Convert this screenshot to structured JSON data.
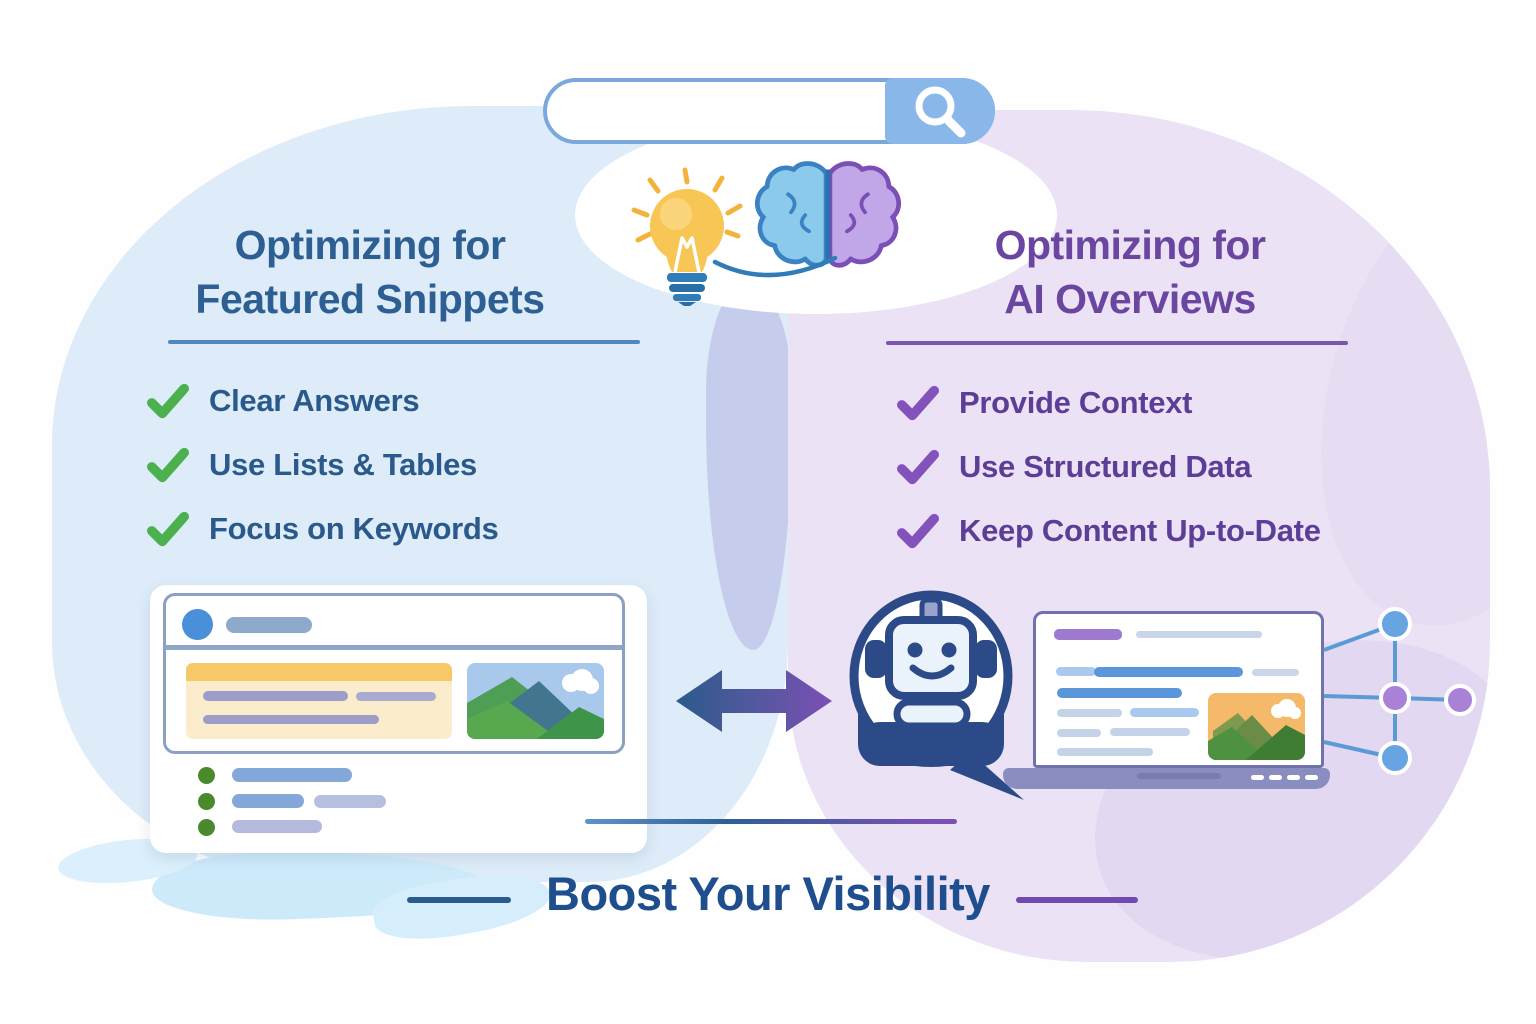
{
  "search_bar": {
    "icon": "magnifier"
  },
  "left_panel": {
    "heading_line1": "Optimizing for",
    "heading_line2": "Featured Snippets",
    "items": [
      "Clear Answers",
      "Use Lists & Tables",
      "Focus on Keywords"
    ],
    "accent_color": "#2d5f93",
    "check_color": "#4cb04f",
    "background_color": "#ddecf8"
  },
  "right_panel": {
    "heading_line1": "Optimizing for",
    "heading_line2": "AI Overviews",
    "items": [
      "Provide Context",
      "Use Structured Data",
      "Keep Content Up-to-Date"
    ],
    "accent_color": "#6a46a0",
    "check_color": "#8352bb",
    "background_color": "#ebe3f5"
  },
  "footer": {
    "title": "Boost Your Visibility",
    "color": "#1e4e8d"
  },
  "illustrations": {
    "top_icons": [
      "search-bar",
      "lightbulb",
      "brain"
    ],
    "left_graphic": "featured-snippet-result-card",
    "center_graphic": "double-arrow",
    "right_graphics": [
      "ai-chatbot-speech-bubble",
      "laptop-with-content",
      "knowledge-graph"
    ]
  }
}
